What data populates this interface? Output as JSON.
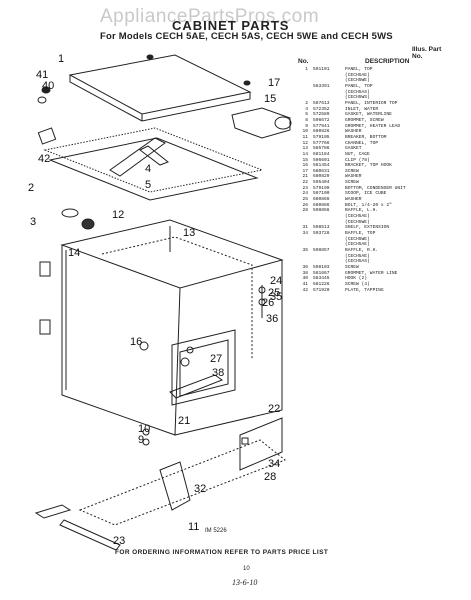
{
  "watermark": "AppliancePartsPros.com",
  "title": "CABINET PARTS",
  "subtitle": "For Models CECH 5AE, CECH 5AS, CECH 5WE and CECH 5WS",
  "table_header": {
    "illus_part": "Illus. Part",
    "no": "No.",
    "no2": "No.",
    "description": "DESCRIPTION"
  },
  "parts": [
    {
      "no": "1",
      "pn": "591101",
      "desc": "PANEL, TOP"
    },
    {
      "no": "",
      "pn": "",
      "desc": "(CECH5AE)"
    },
    {
      "no": "",
      "pn": "",
      "desc": "(CECH5WE)"
    },
    {
      "no": "",
      "pn": "563391",
      "desc": "PANEL, TOP"
    },
    {
      "no": "",
      "pn": "",
      "desc": "(CECH5AS)"
    },
    {
      "no": "",
      "pn": "",
      "desc": "(CECH5WS)"
    },
    {
      "no": "2",
      "pn": "587613",
      "desc": "PANEL, INTERIOR TOP"
    },
    {
      "no": "4",
      "pn": "572352",
      "desc": "INLET, WATER"
    },
    {
      "no": "5",
      "pn": "572589",
      "desc": "GASKET, WATERLINE"
    },
    {
      "no": "8",
      "pn": "596672",
      "desc": "GROMMET, SCREW"
    },
    {
      "no": "9",
      "pn": "577941",
      "desc": "GROMMET, HEATER LEAD"
    },
    {
      "no": "10",
      "pn": "680826",
      "desc": "WASHER"
    },
    {
      "no": "11",
      "pn": "579105",
      "desc": "BREAKER, BOTTOM"
    },
    {
      "no": "12",
      "pn": "577766",
      "desc": "CHANNEL, TOP"
    },
    {
      "no": "13",
      "pn": "585786",
      "desc": "GASKET"
    },
    {
      "no": "14",
      "pn": "681184",
      "desc": "NUT, CAGE"
    },
    {
      "no": "15",
      "pn": "596601",
      "desc": "CLIP (78)"
    },
    {
      "no": "16",
      "pn": "561454",
      "desc": "BRACKET, TOP HOOK"
    },
    {
      "no": "17",
      "pn": "680631",
      "desc": "SCREW"
    },
    {
      "no": "21",
      "pn": "680829",
      "desc": "WASHER"
    },
    {
      "no": "22",
      "pn": "595404",
      "desc": "SCREW"
    },
    {
      "no": "23",
      "pn": "579199",
      "desc": "BOTTOM, CONDENSER UNIT"
    },
    {
      "no": "24",
      "pn": "567100",
      "desc": "SCOOP, ICE CUBE"
    },
    {
      "no": "25",
      "pn": "680866",
      "desc": "WASHER"
    },
    {
      "no": "26",
      "pn": "680886",
      "desc": "BOLT, 1/4-20 x 2\""
    },
    {
      "no": "28",
      "pn": "598856",
      "desc": "BAFFLE, L.H."
    },
    {
      "no": "",
      "pn": "",
      "desc": "(CECH5AE)"
    },
    {
      "no": "",
      "pn": "",
      "desc": "(CECH5WE)"
    },
    {
      "no": "31",
      "pn": "598513",
      "desc": "SHELF, EXTENSION"
    },
    {
      "no": "34",
      "pn": "593728",
      "desc": "BAFFLE, TOP"
    },
    {
      "no": "",
      "pn": "",
      "desc": "(CECH5WE)"
    },
    {
      "no": "",
      "pn": "",
      "desc": "(CECH5AE)"
    },
    {
      "no": "35",
      "pn": "598857",
      "desc": "BAFFLE, R.H."
    },
    {
      "no": "",
      "pn": "",
      "desc": "(CECH5AE)"
    },
    {
      "no": "",
      "pn": "",
      "desc": "(CECH5AS)"
    },
    {
      "no": "36",
      "pn": "598103",
      "desc": "SCREW"
    },
    {
      "no": "38",
      "pn": "561667",
      "desc": "GROMMET, WATER LINE"
    },
    {
      "no": "40",
      "pn": "583445",
      "desc": "HOOK (2)"
    },
    {
      "no": "41",
      "pn": "681226",
      "desc": "SCREW (4)"
    },
    {
      "no": "42",
      "pn": "571920",
      "desc": "PLATE, TAPPING"
    }
  ],
  "callouts": [
    "1",
    "41",
    "40",
    "42",
    "2",
    "3",
    "4",
    "5",
    "12",
    "13",
    "17",
    "15",
    "14",
    "24",
    "16",
    "25",
    "26",
    "27",
    "38",
    "10",
    "9",
    "21",
    "22",
    "23",
    "32",
    "11",
    "34",
    "28",
    "35",
    "36"
  ],
  "image_number": "IM 5226",
  "footer": "FOR ORDERING INFORMATION REFER TO PARTS PRICE LIST",
  "page_number": "10",
  "hand_note": "13-6-10"
}
